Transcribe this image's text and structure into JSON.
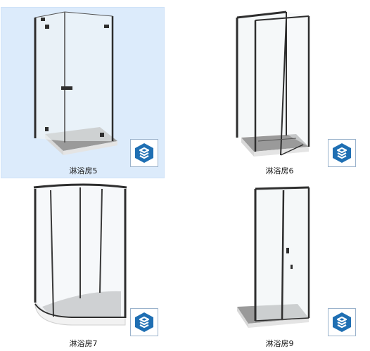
{
  "colors": {
    "selection_bg": "#dcebfb",
    "frame": "#2e2e2e",
    "glass": "#eef3f5",
    "tray": "#9a9a9a",
    "badge_blue": "#1f6fb3"
  },
  "items": [
    {
      "label": "淋浴房5",
      "icon": "sketchup-icon",
      "selected": true
    },
    {
      "label": "淋浴房6",
      "icon": "sketchup-icon",
      "selected": false
    },
    {
      "label": "淋浴房7",
      "icon": "sketchup-icon",
      "selected": false
    },
    {
      "label": "淋浴房9",
      "icon": "sketchup-icon",
      "selected": false
    }
  ]
}
